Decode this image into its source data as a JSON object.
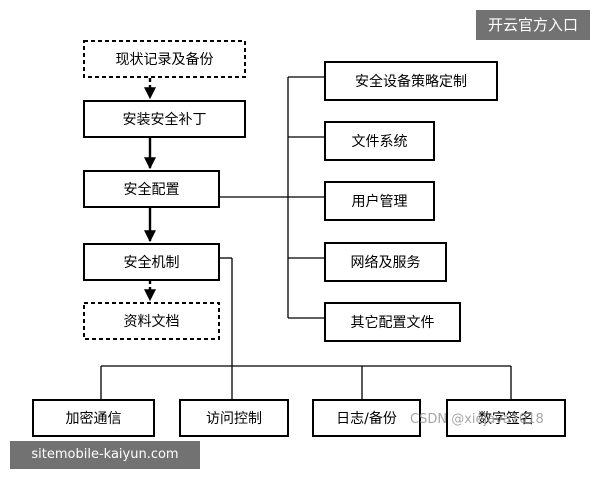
{
  "nodes": {
    "status_record": "现状记录及备份",
    "install_patch": "安装安全补丁",
    "security_config": "安全配置",
    "security_mechanism": "安全机制",
    "documentation": "资料文档",
    "device_policy": "安全设备策略定制",
    "file_system": "文件系统",
    "user_management": "用户管理",
    "network_service": "网络及服务",
    "other_config": "其它配置文件",
    "encrypted_comm": "加密通信",
    "access_control": "访问控制",
    "log_backup": "日志/备份",
    "digital_signature": "数字签名"
  },
  "watermarks": {
    "top": "开云官方入口",
    "bottom": "sitemobile-kaiyun.com",
    "csdn": "CSDN @xiejava1018"
  }
}
